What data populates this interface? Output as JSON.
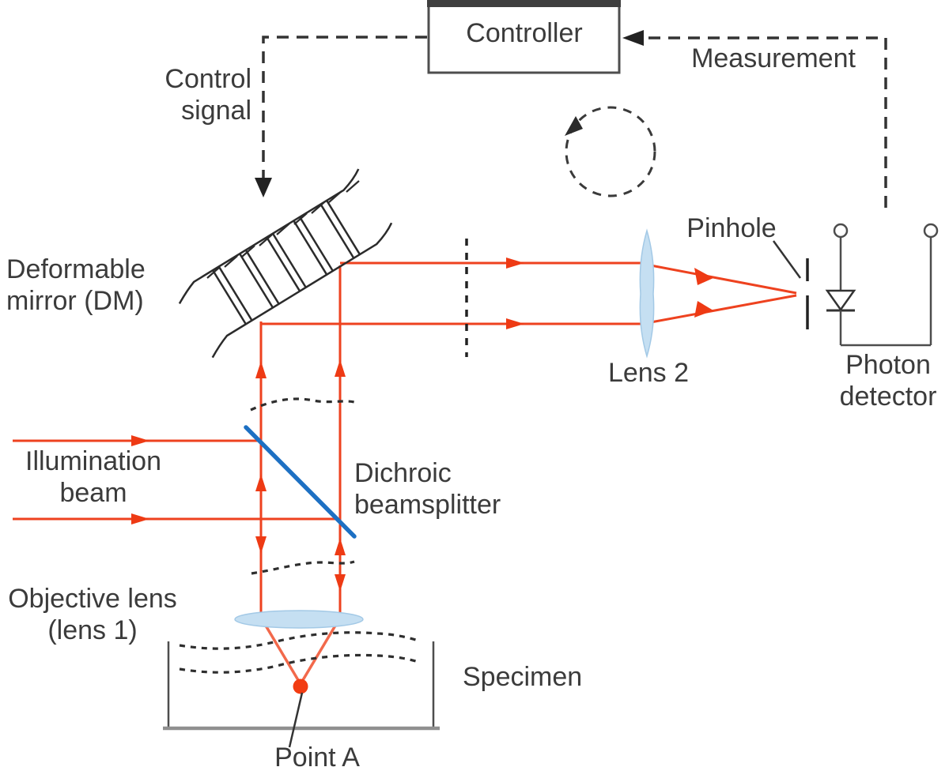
{
  "figure": {
    "type": "optical-system-schematic",
    "description_visible_elements": [
      "controller box",
      "feedback loop dashed circle",
      "deformable mirror",
      "dichroic beamsplitter",
      "objective lens",
      "specimen dish",
      "lens 2",
      "pinhole",
      "photon detector",
      "red beam paths",
      "dashed wavefronts"
    ]
  },
  "labels": {
    "controller": "Controller",
    "control_signal": [
      "Control",
      "signal"
    ],
    "measurement": "Measurement",
    "deformable_mirror": [
      "Deformable",
      "mirror (DM)"
    ],
    "illumination_beam": [
      "Illumination",
      "beam"
    ],
    "dichroic_beamsplitter": [
      "Dichroic",
      "beamsplitter"
    ],
    "objective_lens": [
      "Objective lens",
      "(lens 1)"
    ],
    "specimen": "Specimen",
    "point_a": "Point A",
    "lens_2": "Lens 2",
    "pinhole": "Pinhole",
    "photon_detector": [
      "Photon",
      "detector"
    ]
  },
  "flows": [
    {
      "from": "Controller",
      "to": "Deformable mirror (DM)",
      "label": "Control signal",
      "style": "dashed-arrow"
    },
    {
      "from": "Photon detector",
      "to": "Controller",
      "label": "Measurement",
      "style": "dashed-arrow"
    },
    {
      "loop": "feedback",
      "style": "dashed-circle-counterclockwise"
    }
  ],
  "colors": {
    "beam_red": "#ee421f",
    "beam_light_red": "#f2694b",
    "focus_dot": "#f23c12",
    "beamsplitter_blue": "#1d70c3",
    "lens_fill": "#c5dff2",
    "lens_stroke": "#a3c9e6",
    "dark_line": "#333333",
    "wire_gray": "#4d4d4d",
    "text": "#3b3b3b",
    "background": "#ffffff"
  }
}
